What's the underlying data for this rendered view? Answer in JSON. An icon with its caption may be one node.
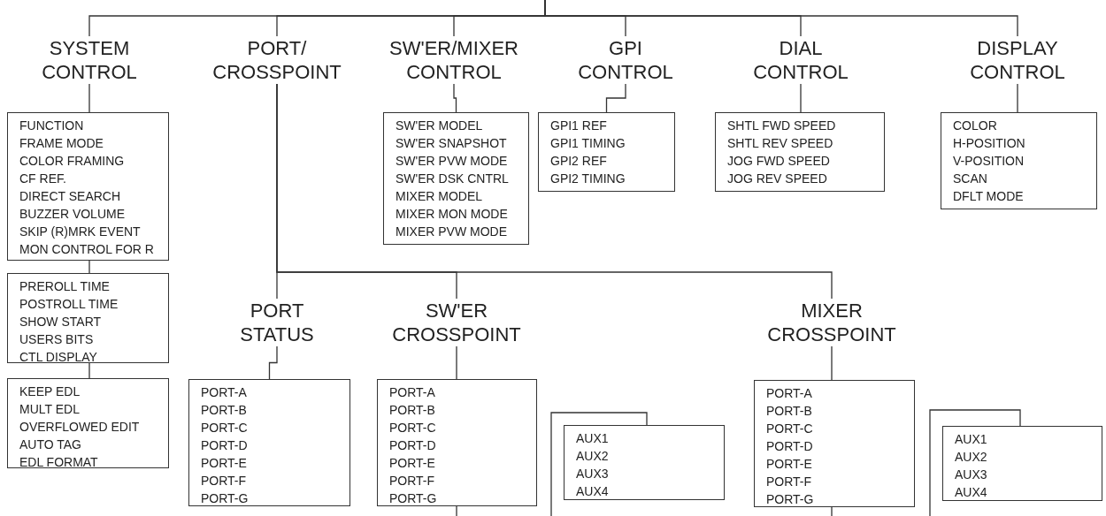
{
  "diagram": {
    "nodes": [
      {
        "text": [
          "SYSTEM CONTROL"
        ]
      },
      {
        "text": [
          "PORT/ CROSSPOINT"
        ]
      },
      {
        "text": [
          "SW'ER/MIXER CONTROL"
        ]
      },
      {
        "text": [
          "GPI CONTROL"
        ]
      },
      {
        "text": [
          "DIAL CONTROL"
        ]
      },
      {
        "text": [
          "DISPLAY CONTROL"
        ]
      },
      {
        "text": [
          "FUNCTION",
          "FRAME MODE",
          "COLOR FRAMING",
          "CF REF.",
          "DIRECT SEARCH",
          "BUZZER VOLUME",
          "SKIP (R)MRK EVENT",
          "MON CONTROL FOR R"
        ]
      },
      {
        "text": [
          "SW'ER MODEL",
          "SW'ER SNAPSHOT",
          "SW'ER PVW MODE",
          "SW'ER DSK CNTRL",
          "MIXER MODEL",
          "MIXER MON MODE",
          "MIXER PVW MODE"
        ]
      },
      {
        "text": [
          "GPI1 REF",
          "GPI1 TIMING",
          "GPI2 REF",
          "GPI2 TIMING"
        ]
      },
      {
        "text": [
          "SHTL FWD SPEED",
          "SHTL REV SPEED",
          "JOG FWD SPEED",
          "JOG REV SPEED"
        ]
      },
      {
        "text": [
          "COLOR",
          "H-POSITION",
          "V-POSITION",
          "SCAN",
          "DFLT MODE"
        ]
      },
      {
        "text": [
          "PREROLL TIME",
          "POSTROLL TIME",
          "SHOW START",
          "USERS BITS",
          "CTL DISPLAY"
        ]
      },
      {
        "text": [
          "PORT STATUS"
        ]
      },
      {
        "text": [
          "SW'ER CROSSPOINT"
        ]
      },
      {
        "text": [
          "MIXER CROSSPOINT"
        ]
      },
      {
        "text": [
          "KEEP EDL",
          "MULT EDL",
          "OVERFLOWED EDIT",
          "AUTO TAG",
          "EDL FORMAT"
        ]
      },
      {
        "text": [
          "PORT-A",
          "PORT-B",
          "PORT-C",
          "PORT-D",
          "PORT-E",
          "PORT-F",
          "PORT-G"
        ]
      },
      {
        "text": [
          "PORT-A",
          "PORT-B",
          "PORT-C",
          "PORT-D",
          "PORT-E",
          "PORT-F",
          "PORT-G"
        ]
      },
      {
        "text": [
          "AUX1",
          "AUX2",
          "AUX3",
          "AUX4"
        ]
      },
      {
        "text": [
          "PORT-A",
          "PORT-B",
          "PORT-C",
          "PORT-D",
          "PORT-E",
          "PORT-F",
          "PORT-G"
        ]
      },
      {
        "text": [
          "AUX1",
          "AUX2",
          "AUX3",
          "AUX4"
        ]
      }
    ],
    "edges": [
      {
        "from": null,
        "to": 0,
        "arrow": "none"
      },
      {
        "from": null,
        "to": 1,
        "arrow": "none"
      },
      {
        "from": null,
        "to": 2,
        "arrow": "none"
      },
      {
        "from": null,
        "to": 3,
        "arrow": "none"
      },
      {
        "from": null,
        "to": 4,
        "arrow": "none"
      },
      {
        "from": null,
        "to": 5,
        "arrow": "none"
      },
      {
        "from": 0,
        "to": 6,
        "arrow": "none"
      },
      {
        "from": 2,
        "to": 7,
        "arrow": "none"
      },
      {
        "from": 3,
        "to": 8,
        "arrow": "none"
      },
      {
        "from": 4,
        "to": 9,
        "arrow": "none"
      },
      {
        "from": 5,
        "to": 10,
        "arrow": "none"
      },
      {
        "from": 6,
        "to": 11,
        "arrow": "none"
      },
      {
        "from": 11,
        "to": 15,
        "arrow": "none"
      },
      {
        "from": 1,
        "to": 12,
        "arrow": "none"
      },
      {
        "from": 1,
        "to": 13,
        "arrow": "none"
      },
      {
        "from": 1,
        "to": 14,
        "arrow": "none"
      },
      {
        "from": 12,
        "to": 16,
        "arrow": "none"
      },
      {
        "from": 13,
        "to": 17,
        "arrow": "none"
      },
      {
        "from": 14,
        "to": 19,
        "arrow": "none"
      },
      {
        "from": 17,
        "to": null,
        "arrow": "none"
      },
      {
        "from": 18,
        "to": null,
        "arrow": "none"
      },
      {
        "from": 19,
        "to": null,
        "arrow": "none"
      },
      {
        "from": 20,
        "to": null,
        "arrow": "none"
      }
    ]
  }
}
